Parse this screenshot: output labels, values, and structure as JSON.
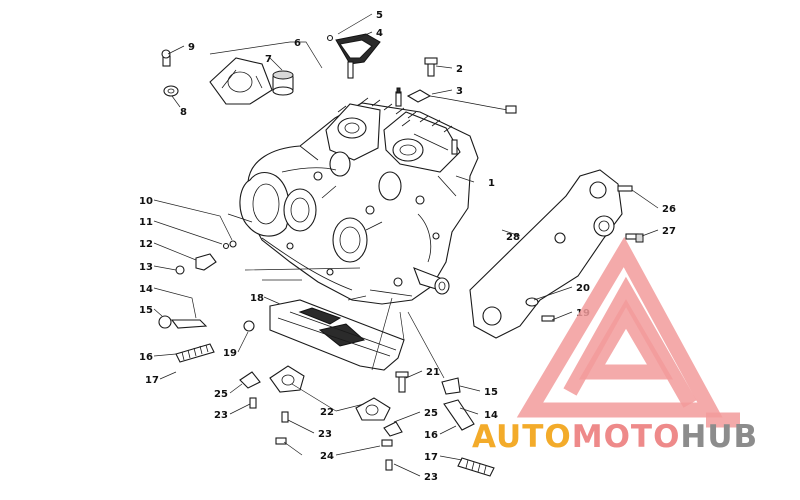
{
  "diagram": {
    "callouts": [
      "1",
      "2",
      "3",
      "4",
      "5",
      "6",
      "7",
      "8",
      "9",
      "10",
      "11",
      "12",
      "13",
      "14",
      "15",
      "16",
      "17",
      "18",
      "19",
      "20",
      "21",
      "22",
      "23",
      "24",
      "25",
      "26",
      "27",
      "28"
    ]
  },
  "watermark": {
    "brand_auto": "AUTO",
    "brand_moto": "MOTO",
    "brand_hub": "HUB",
    "colors": {
      "auto": "#f3ab2a",
      "moto": "#ee8a8a",
      "hub": "#8c8c8c",
      "logo": "#f29b9b"
    }
  }
}
